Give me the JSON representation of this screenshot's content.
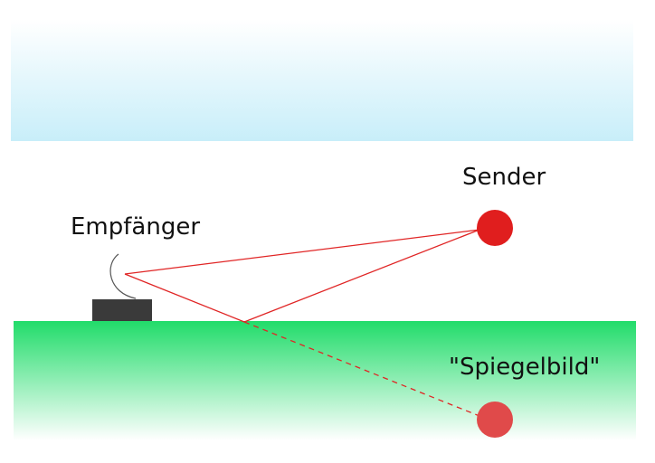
{
  "labels": {
    "sender": "Sender",
    "receiver": "Empfänger",
    "mirror_image": "\"Spiegelbild\""
  },
  "colors": {
    "sky_top": "#ffffff",
    "sky_bottom": "#c8eef9",
    "ground_top": "#21dc6a",
    "ground_bottom": "#ffffff",
    "sender_fill": "#e01e1e",
    "mirror_fill": "#e04a4a",
    "ray": "#e02525",
    "receiver_box": "#3a3a3a",
    "antenna_arc": "#555555"
  },
  "icons": {
    "sender": "red-dot-source",
    "mirror_image": "red-dot-reflection",
    "receiver": "receiver-box-with-antenna"
  }
}
